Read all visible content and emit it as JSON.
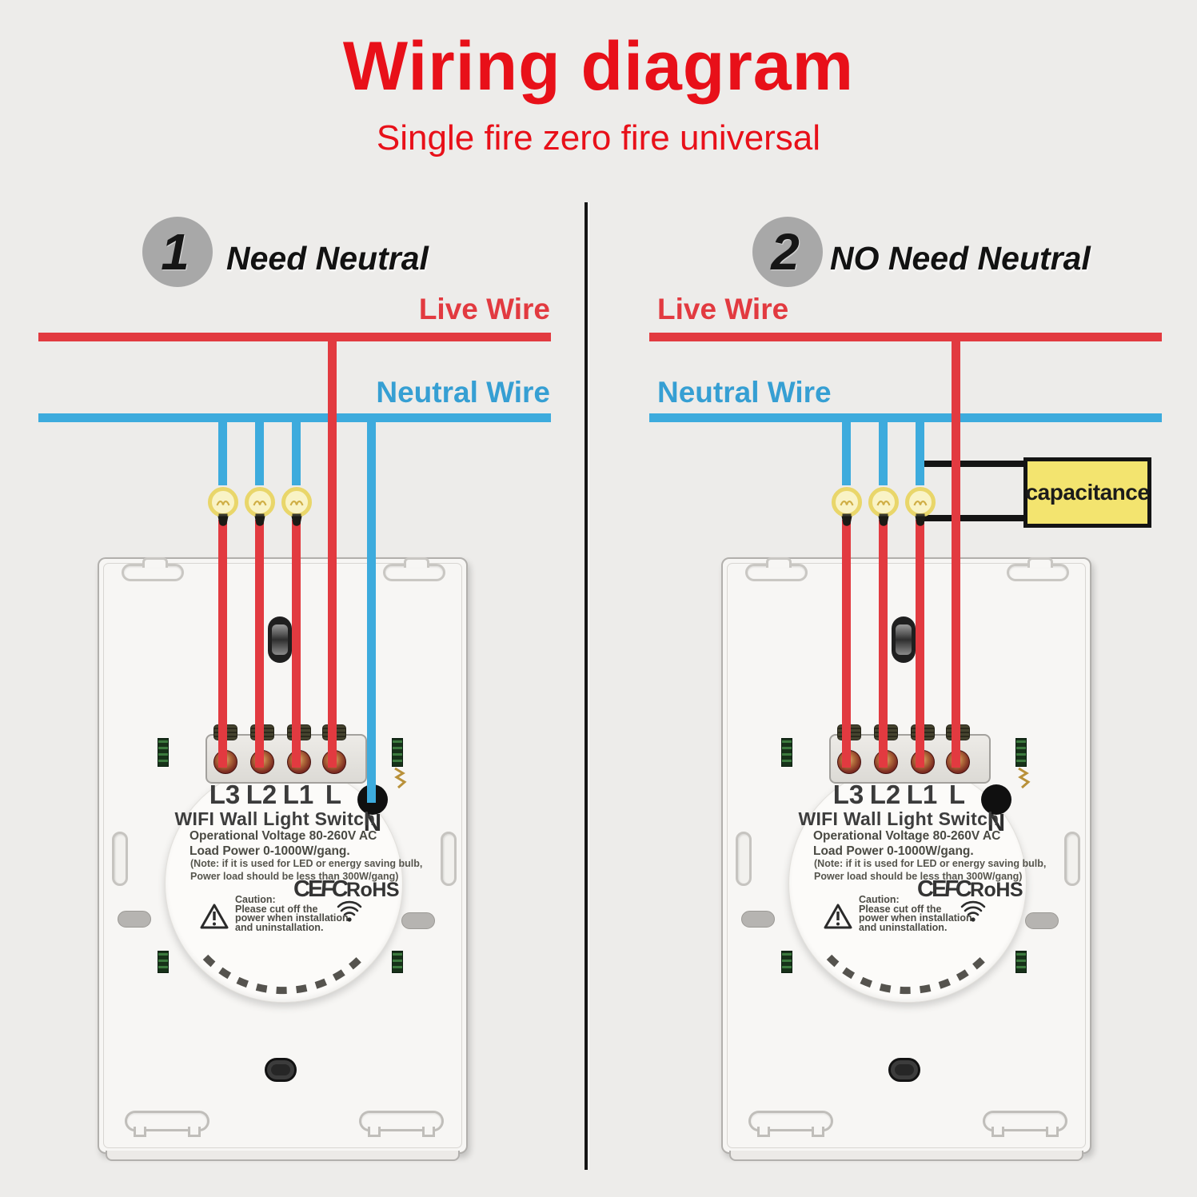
{
  "page": {
    "background": "#edecea"
  },
  "header": {
    "title": "Wiring diagram",
    "subtitle": "Single fire zero fire universal"
  },
  "colors": {
    "title_red": "#e81019",
    "live_wire_red": "#e23a40",
    "neutral_wire_blue": "#3dabdd",
    "neutral_label_blue": "#369fd3",
    "capacitor_yellow": "#f3e46f",
    "badge_gray": "#a8a8a8"
  },
  "left_section": {
    "badge_number": "1",
    "heading": "Need Neutral",
    "live_wire_label": "Live Wire",
    "neutral_wire_label": "Neutral Wire"
  },
  "right_section": {
    "badge_number": "2",
    "heading": "NO Need Neutral",
    "live_wire_label": "Live Wire",
    "neutral_wire_label": "Neutral Wire",
    "capacitor_label": "capacitance"
  },
  "switch_device": {
    "terminal_labels": [
      "L3",
      "L2",
      "L1",
      "L"
    ],
    "neutral_terminal_label": "N",
    "product_name": "WIFI Wall Light Switch",
    "spec_line1": "Operational Voltage 80-260V AC",
    "spec_line2": "Load Power 0-1000W/gang.",
    "note_line1": "(Note: if it is used for LED or energy saving bulb,",
    "note_line2": "Power load should be less than 300W/gang)",
    "cert_ce": "CE",
    "cert_fcc": "FC",
    "cert_rohs": "RoHS",
    "caution_title": "Caution:",
    "caution_line1": "Please cut off the",
    "caution_line2": "power when installation",
    "caution_line3": "and uninstallation."
  }
}
